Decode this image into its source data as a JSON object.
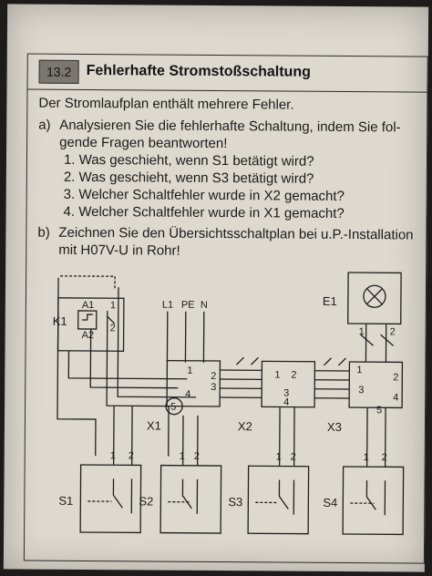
{
  "exercise": {
    "number": "13.2",
    "title": "Fehlerhafte Stromstoßschaltung",
    "intro": "Der Stromlaufplan enthält mehrere Fehler.",
    "task_a": {
      "label": "a)",
      "line1": "Analysieren Sie die fehlerhafte Schaltung, indem Sie fol-",
      "line2": "gende Fragen beantworten!",
      "questions": [
        "1. Was geschieht, wenn S1 betätigt wird?",
        "2. Was geschieht, wenn S3 betätigt wird?",
        "3. Welcher Schaltfehler wurde in X2 gemacht?",
        "4. Welcher Schaltfehler wurde in X1 gemacht?"
      ]
    },
    "task_b": {
      "label": "b)",
      "line1": "Zeichnen Sie den Übersichtsschaltplan bei u.P.-Installation",
      "line2": "mit H07V-U in Rohr!"
    }
  },
  "diagram": {
    "supply": [
      "L1",
      "PE",
      "N"
    ],
    "relay": "K1",
    "relay_pins": [
      "A1",
      "A2",
      "1",
      "2"
    ],
    "lamp": "E1",
    "lamp_pins": [
      "1",
      "2"
    ],
    "boxes": [
      "X1",
      "X2",
      "X3"
    ],
    "x1_terminals": [
      "1",
      "2",
      "3",
      "4",
      "5"
    ],
    "x2_terminals": [
      "1",
      "2",
      "3",
      "4"
    ],
    "x3_terminals": [
      "1",
      "2",
      "3",
      "4",
      "5"
    ],
    "switches": [
      "S1",
      "S2",
      "S3",
      "S4"
    ],
    "switch_pins": [
      "1",
      "2"
    ]
  }
}
